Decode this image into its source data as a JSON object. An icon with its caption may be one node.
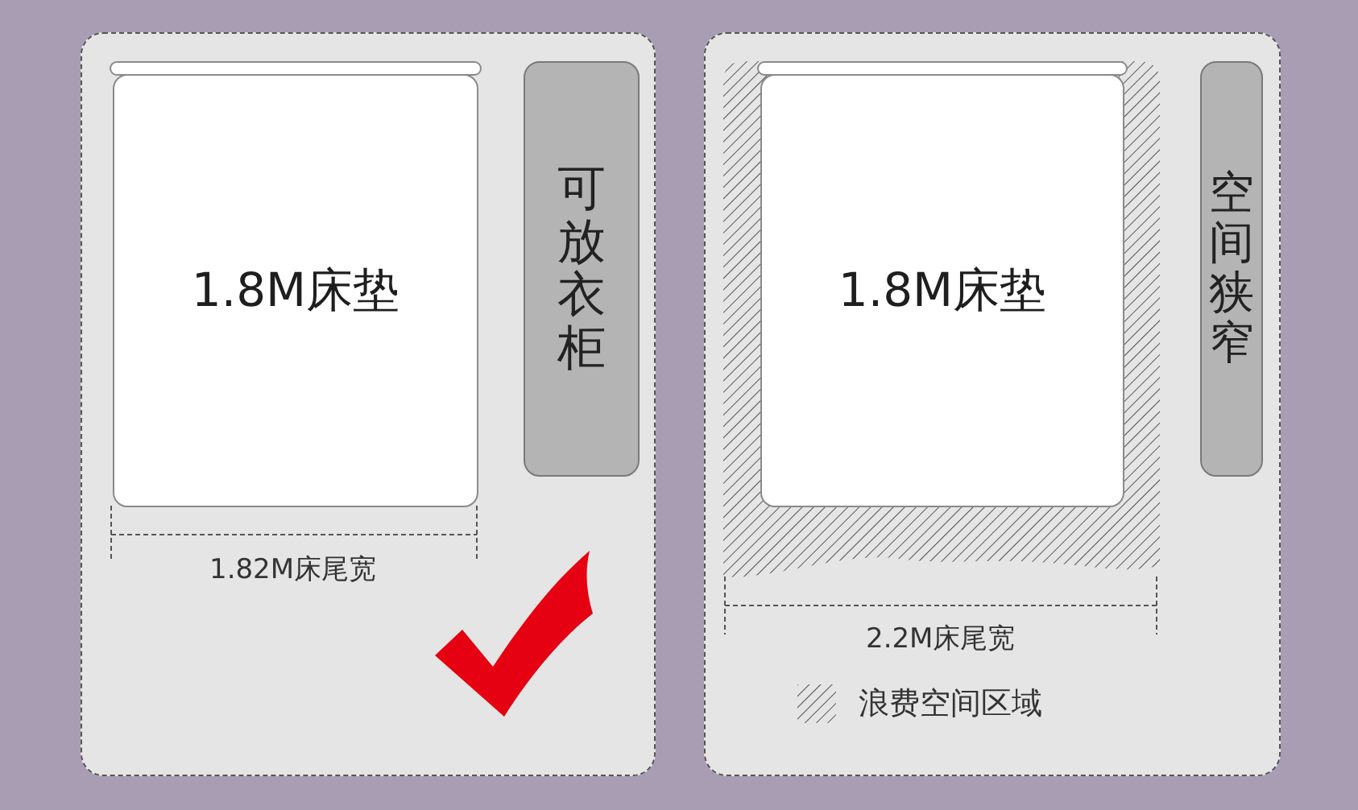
{
  "diagram": {
    "nodes": [
      {
        "text": [],
        "shape": "box"
      },
      {
        "text": [
          "1.8M床垫"
        ],
        "in": 0
      },
      {
        "text": [
          "可放衣柜"
        ],
        "in": 0
      },
      {
        "text": [],
        "shape": "box"
      },
      {
        "text": [
          "1.8M床垫"
        ],
        "in": 3
      },
      {
        "text": [
          "空间狭窄"
        ],
        "in": 3
      }
    ],
    "labels": [
      "1.82M床尾宽",
      "2.2M床尾宽"
    ],
    "legend": [
      {
        "text": "浪费空间区域"
      }
    ]
  }
}
